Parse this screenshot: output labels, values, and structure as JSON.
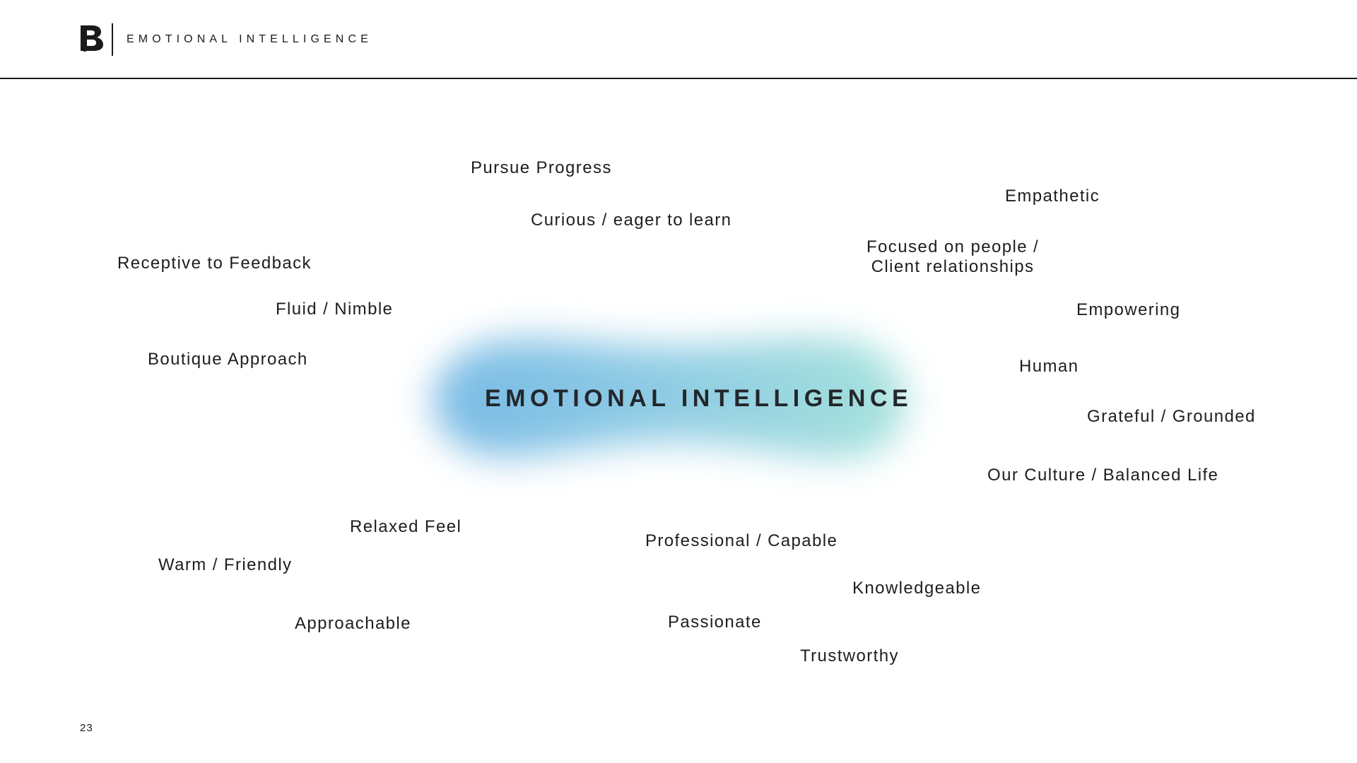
{
  "header": {
    "logo_icon": "b-logo-icon",
    "title": "EMOTIONAL INTELLIGENCE"
  },
  "diagram": {
    "center_label": "EMOTIONAL INTELLIGENCE",
    "blob_colors": {
      "left": "#6fb5e3",
      "right": "#9fe0d9"
    },
    "words": {
      "pursue_progress": "Pursue Progress",
      "curious": "Curious / eager to learn",
      "empathetic": "Empathetic",
      "focused": "Focused on people /\nClient relationships",
      "receptive": "Receptive to Feedback",
      "fluid": "Fluid / Nimble",
      "empowering": "Empowering",
      "boutique": "Boutique Approach",
      "human": "Human",
      "grateful": "Grateful / Grounded",
      "culture": "Our Culture / Balanced Life",
      "relaxed": "Relaxed Feel",
      "professional": "Professional / Capable",
      "warm": "Warm / Friendly",
      "knowledgeable": "Knowledgeable",
      "approachable": "Approachable",
      "passionate": "Passionate",
      "trustworthy": "Trustworthy"
    }
  },
  "footer": {
    "page_number": "23"
  }
}
